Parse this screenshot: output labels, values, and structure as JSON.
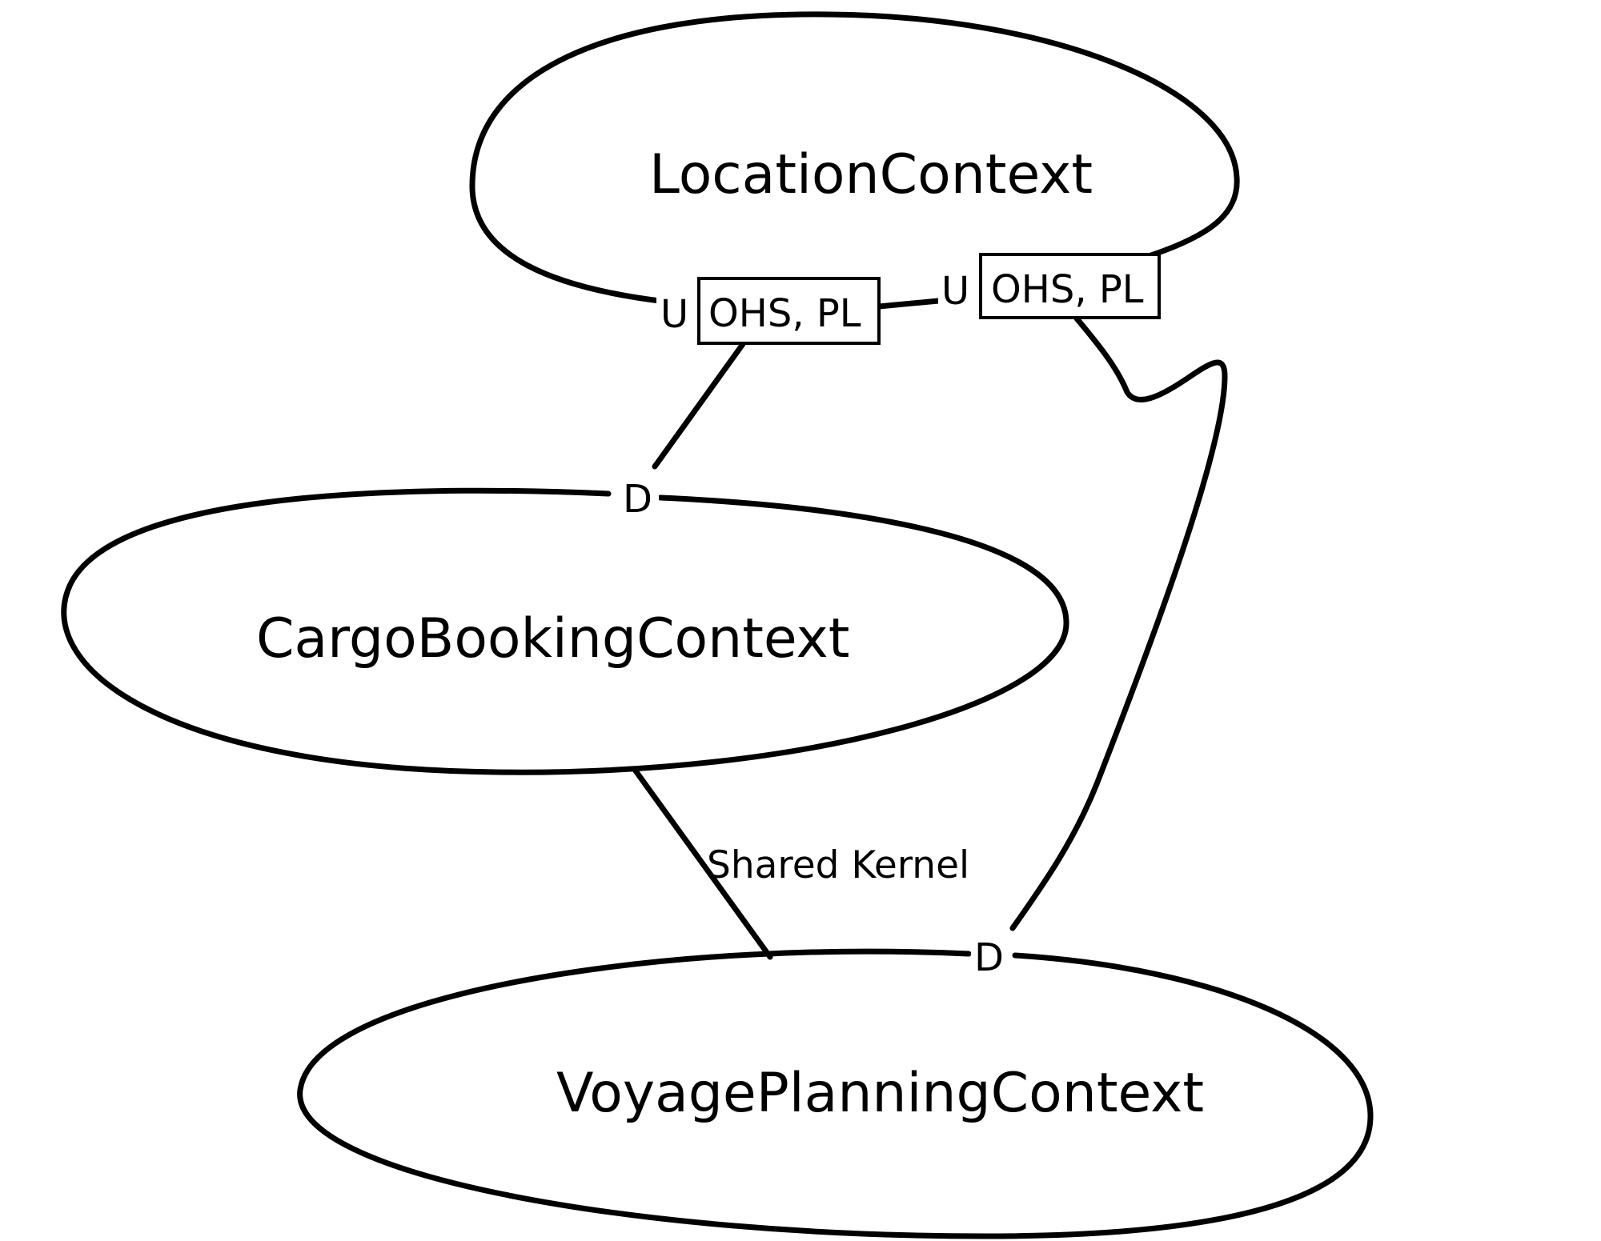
{
  "contexts": {
    "location": "LocationContext",
    "cargo_booking": "CargoBookingContext",
    "voyage_planning": "VoyagePlanningContext"
  },
  "relations": {
    "location_to_cargo": {
      "upstream_marker": "U",
      "upstream_pattern": "OHS, PL",
      "downstream_marker": "D"
    },
    "location_to_voyage": {
      "upstream_marker": "U",
      "upstream_pattern": "OHS, PL",
      "downstream_marker": "D"
    },
    "cargo_to_voyage": {
      "label": "Shared Kernel"
    }
  }
}
